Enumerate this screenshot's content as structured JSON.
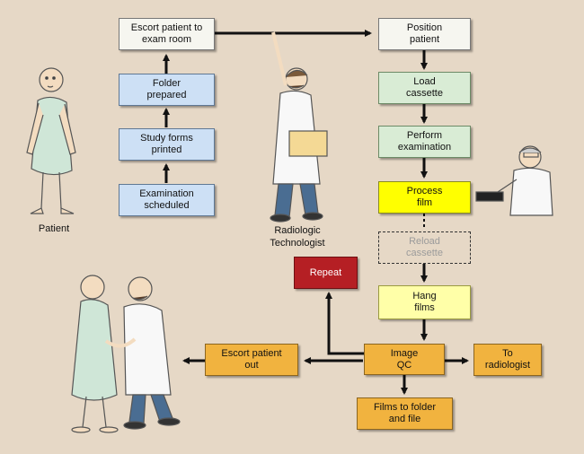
{
  "boxes": {
    "escort_to_exam": "Escort patient to\nexam room",
    "folder_prepared": "Folder\nprepared",
    "study_forms": "Study forms\nprinted",
    "exam_scheduled": "Examination\nscheduled",
    "position_patient": "Position\npatient",
    "load_cassette": "Load\ncassette",
    "perform_exam": "Perform\nexamination",
    "process_film": "Process\nfilm",
    "reload_cassette": "Reload\ncassette",
    "repeat": "Repeat",
    "hang_films": "Hang\nfilms",
    "image_qc": "Image\nQC",
    "escort_out": "Escort patient\nout",
    "to_radiologist": "To\nradiologist",
    "films_to_folder": "Films to folder\nand file"
  },
  "captions": {
    "patient": "Patient",
    "technologist": "Radiologic\nTechnologist"
  },
  "colors": {
    "background": "#e6d8c6",
    "blue_box": "#cde0f5",
    "green_box": "#d9ecd5",
    "yellow_box": "#ffff00",
    "light_yellow_box": "#ffffa8",
    "orange_box": "#f1b33f",
    "red_box": "#b51f24"
  },
  "illustrations": [
    "patient-figure",
    "technologist-figure",
    "radiologist-figure",
    "escort-figure"
  ]
}
